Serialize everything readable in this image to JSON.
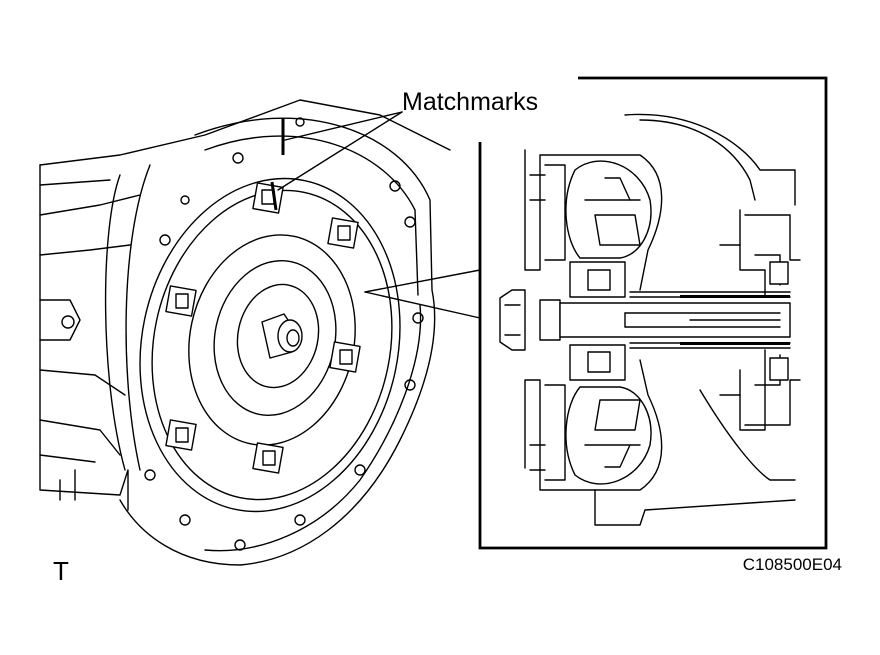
{
  "callout_label": "Matchmarks",
  "view_code": "T",
  "figure_id": "C108500E04",
  "colors": {
    "line": "#000000",
    "background": "#ffffff"
  }
}
